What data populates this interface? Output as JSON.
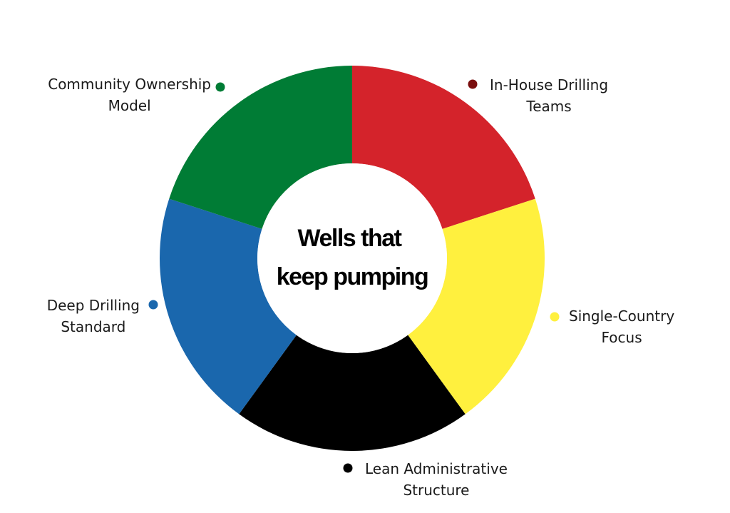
{
  "diagram": {
    "center_title": [
      "Wells that",
      "keep pumping"
    ],
    "segments": [
      {
        "key": "in-house-drilling-teams",
        "lines": [
          "In-House Drilling",
          "Teams"
        ],
        "color": "#d4232b",
        "dot_color": "#7a0e0e"
      },
      {
        "key": "single-country-focus",
        "lines": [
          "Single-Country",
          "Focus"
        ],
        "color": "#fff03e",
        "dot_color": "#fff03e"
      },
      {
        "key": "lean-administrative-structure",
        "lines": [
          "Lean Administrative",
          "Structure"
        ],
        "color": "#000000",
        "dot_color": "#000000"
      },
      {
        "key": "deep-drilling-standard",
        "lines": [
          "Deep Drilling",
          "Standard"
        ],
        "color": "#1a67ad",
        "dot_color": "#1a67ad"
      },
      {
        "key": "community-ownership-model",
        "lines": [
          "Community Ownership",
          "Model"
        ],
        "color": "#007c35",
        "dot_color": "#007c35"
      }
    ]
  }
}
